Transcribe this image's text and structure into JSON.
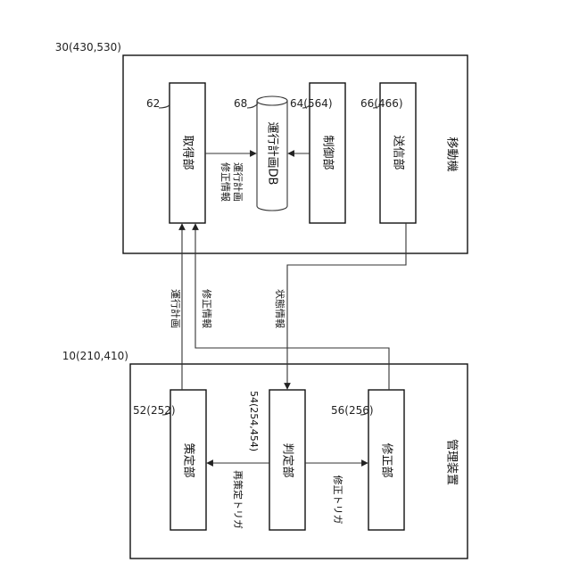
{
  "mobile": {
    "ref": "30(430,530)",
    "name": "移動機",
    "acquire": {
      "ref": "62",
      "label": "取得部"
    },
    "db": {
      "ref": "68",
      "label": "運行計画DB"
    },
    "control": {
      "ref": "64(564)",
      "label": "制御部"
    },
    "transmit": {
      "ref": "66(466)",
      "label": "送信部"
    },
    "info_plan": "運行計画",
    "info_fix": "修正情報"
  },
  "management": {
    "ref": "10(210,410)",
    "name": "管理装置",
    "planning": {
      "ref": "52(252)",
      "label": "策定部"
    },
    "judge": {
      "ref": "54(254,454)",
      "label": "判定部"
    },
    "fix": {
      "ref": "56(256)",
      "label": "修正部"
    },
    "retrigger": "再策定トリガ",
    "fixtrigger": "修正トリガ"
  },
  "links": {
    "plan": "運行計画",
    "fix": "修正情報",
    "status": "状態情報"
  }
}
